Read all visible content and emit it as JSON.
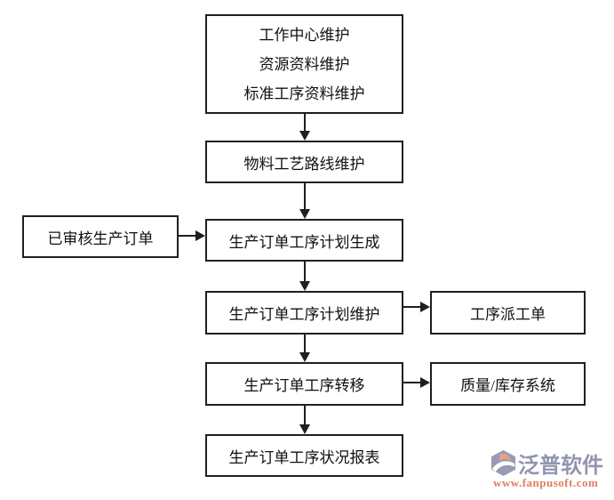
{
  "canvas": {
    "background": "#ffffff",
    "line_color": "#1f1f1f",
    "text_color": "#111111"
  },
  "flow": {
    "top_box": {
      "lines": [
        "工作中心维护",
        "资源资料维护",
        "标准工序资料维护"
      ]
    },
    "routing_box": {
      "label": "物料工艺路线维护"
    },
    "approved_order_box": {
      "label": "已审核生产订单"
    },
    "plan_generate_box": {
      "label": "生产订单工序计划生成"
    },
    "plan_maintain_box": {
      "label": "生产订单工序计划维护"
    },
    "dispatch_box": {
      "label": "工序派工单"
    },
    "transfer_box": {
      "label": "生产订单工序转移"
    },
    "quality_inventory_box": {
      "label": "质量/库存系统"
    },
    "status_report_box": {
      "label": "生产订单工序状况报表"
    }
  },
  "watermark": {
    "brand": "泛普软件",
    "url": "www.fanpusoft.com",
    "brand_color": "#9295ae",
    "url_color": "#de7f5e",
    "icon": "fanpu-hexagon-logo-icon",
    "icon_accent_color": "#989bb3",
    "icon_crescent_color": "#e8a184"
  }
}
